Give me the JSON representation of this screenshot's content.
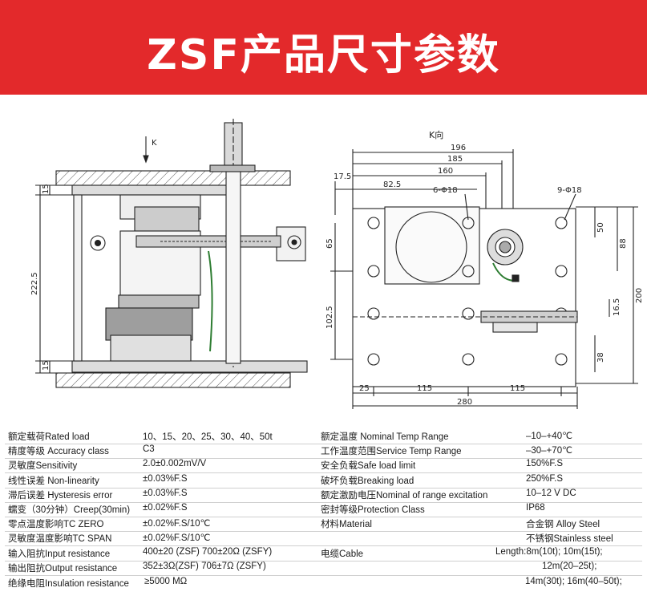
{
  "banner": {
    "title": "ZSF产品尺寸参数",
    "color": "#e3292b"
  },
  "drawing": {
    "left_view": {
      "direction_label": "K",
      "dims": [
        "15",
        "222.5",
        "15"
      ]
    },
    "right_view": {
      "view_label": "K向",
      "dims_top": [
        "196",
        "185",
        "160",
        "82.5",
        "17.5"
      ],
      "hole_labels": [
        "6-Φ18",
        "9-Φ18"
      ],
      "dims_left": [
        "65",
        "102.5"
      ],
      "dims_right": [
        "50",
        "88",
        "200",
        "16.5",
        "38"
      ],
      "dims_bottom": [
        "25",
        "115",
        "115",
        "280"
      ]
    }
  },
  "specs": [
    {
      "l1": "额定载荷Rated load",
      "v1": "10、15、20、25、30、40、50t",
      "l2": "额定温度 Nominal Temp Range",
      "v2": "–10–+40℃"
    },
    {
      "l1": "精度等级 Accuracy class",
      "v1": "C3",
      "l2": "工作温度范围Service Temp Range",
      "v2": "–30–+70℃"
    },
    {
      "l1": "灵敏度Sensitivity",
      "v1": "2.0±0.002mV/V",
      "l2": "安全负载Safe load limit",
      "v2": "150%F.S"
    },
    {
      "l1": "线性误差 Non-linearity",
      "v1": "±0.03%F.S",
      "l2": "破坏负载Breaking load",
      "v2": "250%F.S"
    },
    {
      "l1": "滞后误差 Hysteresis error",
      "v1": "±0.03%F.S",
      "l2": "额定激励电压Nominal of range excitation",
      "v2": "10–12 V DC"
    },
    {
      "l1": "蠕变（30分钟）Creep(30min)",
      "v1": "±0.02%F.S",
      "l2": "密封等级Protection Class",
      "v2": "IP68"
    },
    {
      "l1": "零点温度影响TC ZERO",
      "v1": "±0.02%F.S/10℃",
      "l2": "材料Material",
      "v2": "合金钢 Alloy Steel"
    },
    {
      "l1": "灵敏度温度影响TC SPAN",
      "v1": "±0.02%F.S/10℃",
      "l2": "",
      "v2": "不锈钢Stainless steel"
    },
    {
      "l1": "输入阻抗Input resistance",
      "v1": "400±20 (ZSF) 700±20Ω (ZSFY)",
      "l2": "电缆Cable",
      "v2": "Length:8m(10t); 10m(15t);"
    },
    {
      "l1": "输出阻抗Output resistance",
      "v1": "352±3Ω(ZSF)   706±7Ω (ZSFY)",
      "l2": "",
      "v2": "12m(20–25t);"
    },
    {
      "l1": "绝缘电阻Insulation resistance",
      "v1": "≥5000 MΩ",
      "l2": "",
      "v2": "14m(30t); 16m(40–50t);"
    }
  ]
}
